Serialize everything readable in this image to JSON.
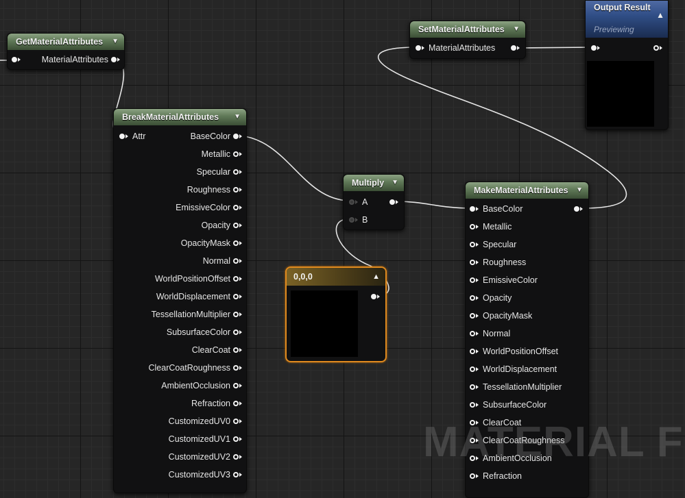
{
  "nodes": {
    "get": {
      "title": "GetMaterialAttributes",
      "output": "MaterialAttributes"
    },
    "set": {
      "title": "SetMaterialAttributes",
      "input": "MaterialAttributes"
    },
    "output": {
      "title": "Output Result",
      "subtitle": "Previewing"
    },
    "break": {
      "title": "BreakMaterialAttributes",
      "input": "Attr",
      "outputs": [
        "BaseColor",
        "Metallic",
        "Specular",
        "Roughness",
        "EmissiveColor",
        "Opacity",
        "OpacityMask",
        "Normal",
        "WorldPositionOffset",
        "WorldDisplacement",
        "TessellationMultiplier",
        "SubsurfaceColor",
        "ClearCoat",
        "ClearCoatRoughness",
        "AmbientOcclusion",
        "Refraction",
        "CustomizedUV0",
        "CustomizedUV1",
        "CustomizedUV2",
        "CustomizedUV3"
      ]
    },
    "multiply": {
      "title": "Multiply",
      "inputs": [
        "A",
        "B"
      ]
    },
    "constant": {
      "title": "0,0,0"
    },
    "make": {
      "title": "MakeMaterialAttributes",
      "inputs": [
        "BaseColor",
        "Metallic",
        "Specular",
        "Roughness",
        "EmissiveColor",
        "Opacity",
        "OpacityMask",
        "Normal",
        "WorldPositionOffset",
        "WorldDisplacement",
        "TessellationMultiplier",
        "SubsurfaceColor",
        "ClearCoat",
        "ClearCoatRoughness",
        "AmbientOcclusion",
        "Refraction"
      ]
    }
  },
  "watermark": "MATERIAL FUN",
  "colors": {
    "header_green": "#5f7857",
    "output_header": "#304e86",
    "constant_border": "#e08a1e",
    "wire": "#e6e6e6"
  },
  "icons": [
    "collapse-arrow-icon",
    "pin-icon"
  ]
}
